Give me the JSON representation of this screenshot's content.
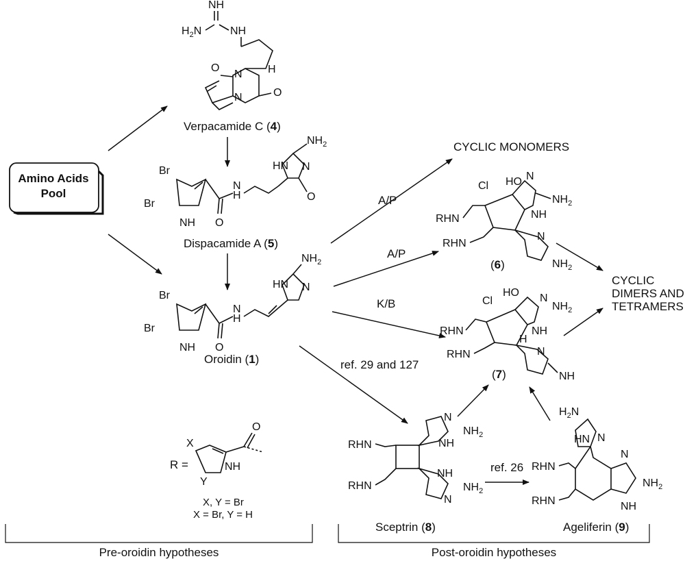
{
  "pool": {
    "line1": "Amino Acids",
    "line2": "Pool"
  },
  "compounds": {
    "verpacamide": {
      "name": "Verpacamide C (",
      "num": "4",
      "close": ")"
    },
    "dispacamide": {
      "name": "Dispacamide A (",
      "num": "5",
      "close": ")"
    },
    "oroidin": {
      "name": "Oroidin (",
      "num": "1",
      "close": ")"
    },
    "c6": {
      "open": "(",
      "num": "6",
      "close": ")"
    },
    "c7": {
      "open": "(",
      "num": "7",
      "close": ")"
    },
    "sceptrin": {
      "name": "Sceptrin (",
      "num": "8",
      "close": ")"
    },
    "ageliferin": {
      "name": "Ageliferin (",
      "num": "9",
      "close": ")"
    }
  },
  "outcomes": {
    "cyclic_monomers": "CYCLIC MONOMERS",
    "cyclic_dimers_1": "CYCLIC",
    "cyclic_dimers_2": "DIMERS AND",
    "cyclic_dimers_3": "TETRAMERS"
  },
  "arrow_labels": {
    "ap1": "A/P",
    "ap2": "A/P",
    "kb": "K/B",
    "ref29": "ref. 29 and 127",
    "ref26": "ref. 26"
  },
  "r_group": {
    "r_eq": "R =",
    "x": "X",
    "y": "Y",
    "nh": "NH",
    "o": "O",
    "opt1": "X, Y = Br",
    "opt2": "X = Br, Y = H"
  },
  "atoms": {
    "Br": "Br",
    "N": "N",
    "H": "H",
    "NH": "NH",
    "HN": "HN",
    "O": "O",
    "NH2": "NH",
    "H2N": "H",
    "sub2": "2",
    "HO": "HO",
    "Cl": "Cl",
    "RHN": "RHN",
    "NHimine": "NH"
  },
  "brackets": {
    "pre": "Pre-oroidin hypotheses",
    "post": "Post-oroidin hypotheses"
  }
}
